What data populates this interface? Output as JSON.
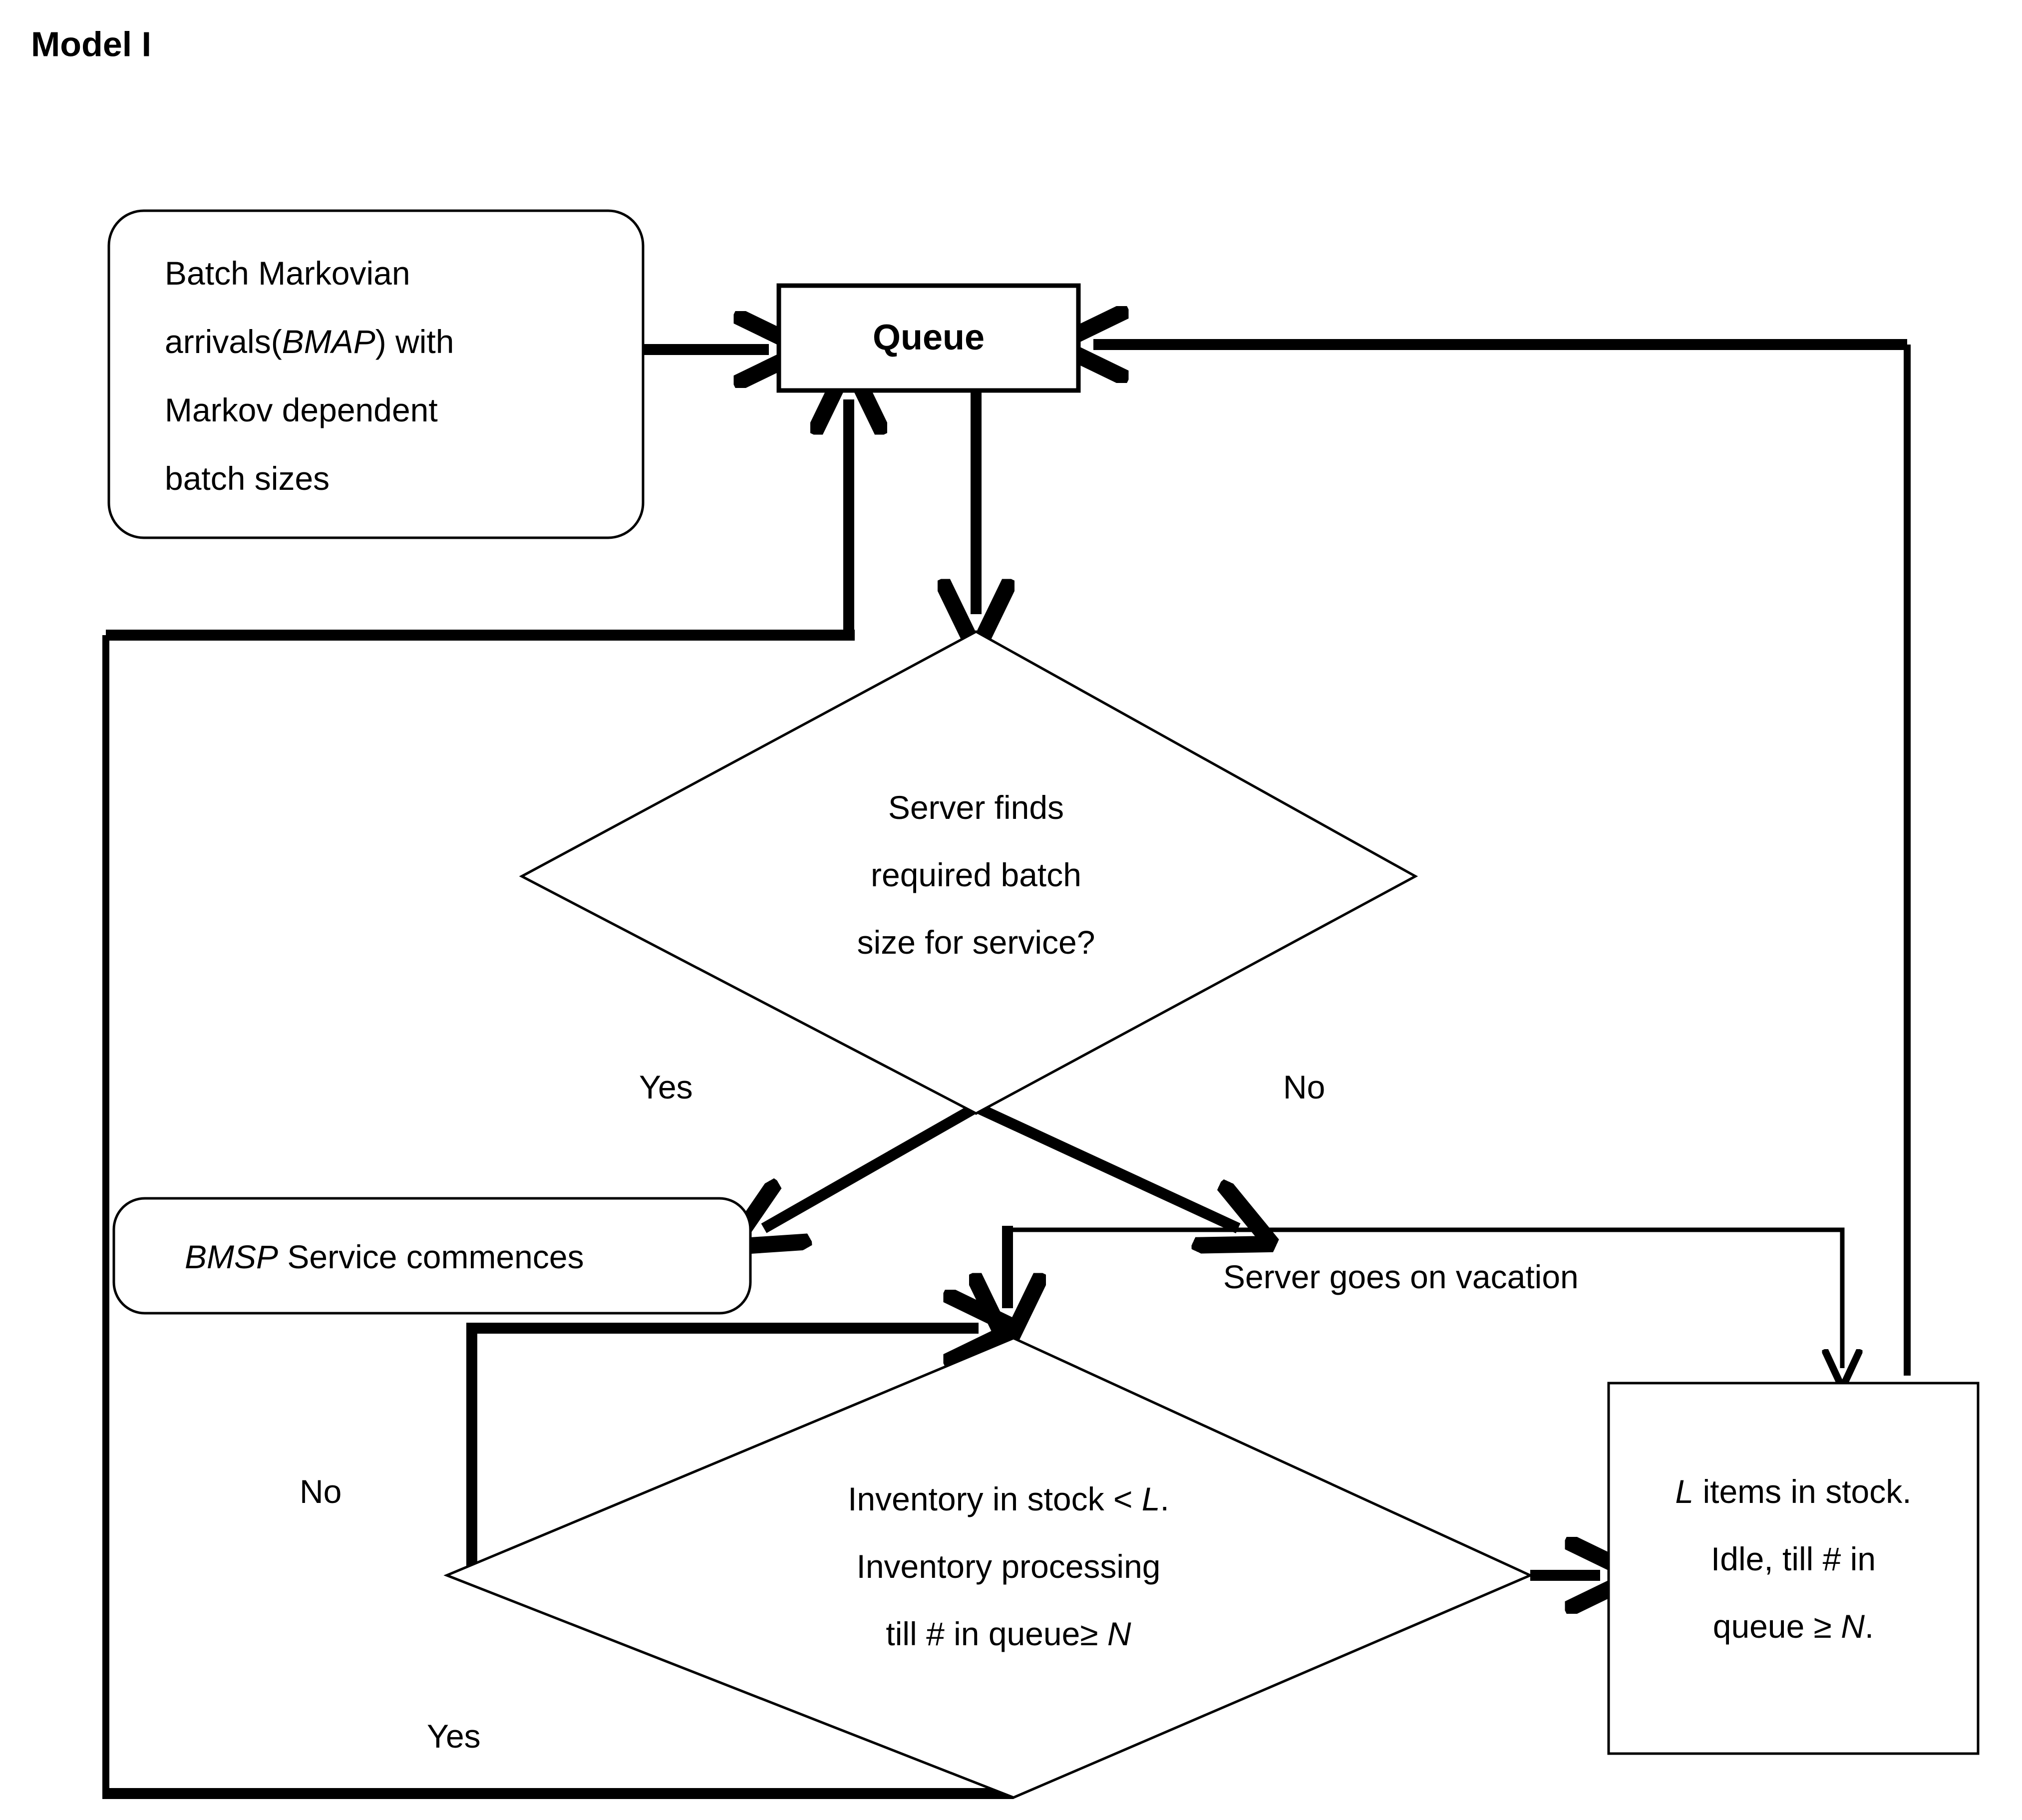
{
  "title": "Model  I",
  "nodes": {
    "arrivals": {
      "name": "batch-arrivals-box",
      "lines": [
        [
          {
            "t": "Batch Markovian",
            "i": false
          }
        ],
        [
          {
            "t": "arrivals(",
            "i": false
          },
          {
            "t": "BMAP",
            "i": true
          },
          {
            "t": ") with",
            "i": false
          }
        ],
        [
          {
            "t": "Markov dependent",
            "i": false
          }
        ],
        [
          {
            "t": "batch sizes",
            "i": false
          }
        ]
      ]
    },
    "queue": {
      "name": "queue-box",
      "label": "Queue"
    },
    "decision_batch": {
      "name": "decision-batch-size",
      "lines": [
        [
          {
            "t": "Server finds",
            "i": false
          }
        ],
        [
          {
            "t": "required batch",
            "i": false
          }
        ],
        [
          {
            "t": "size for service?",
            "i": false
          }
        ]
      ]
    },
    "service": {
      "name": "bmsp-service-box",
      "lines": [
        [
          {
            "t": "BMSP",
            "i": true
          },
          {
            "t": " Service commences",
            "i": false
          }
        ]
      ]
    },
    "decision_inventory": {
      "name": "decision-inventory",
      "lines": [
        [
          {
            "t": "Inventory in stock < ",
            "i": false
          },
          {
            "t": "L",
            "i": true
          },
          {
            "t": ".",
            "i": false
          }
        ],
        [
          {
            "t": "Inventory processing",
            "i": false
          }
        ],
        [
          {
            "t": "till # in queue≥ ",
            "i": false
          },
          {
            "t": "N",
            "i": true
          }
        ]
      ]
    },
    "idle": {
      "name": "idle-stock-box",
      "lines": [
        [
          {
            "t": "L",
            "i": true
          },
          {
            "t": " items in stock.",
            "i": false
          }
        ],
        [
          {
            "t": "Idle, till # in",
            "i": false
          }
        ],
        [
          {
            "t": "queue ≥ ",
            "i": false
          },
          {
            "t": "N",
            "i": true
          },
          {
            "t": ".",
            "i": false
          }
        ]
      ]
    }
  },
  "edge_labels": {
    "yes_batch": "Yes",
    "no_batch": "No",
    "vacation": "Server goes on vacation",
    "no_inventory": "No",
    "yes_inventory": "Yes"
  },
  "colors": {
    "ink": "#000000",
    "paper": "#ffffff"
  }
}
